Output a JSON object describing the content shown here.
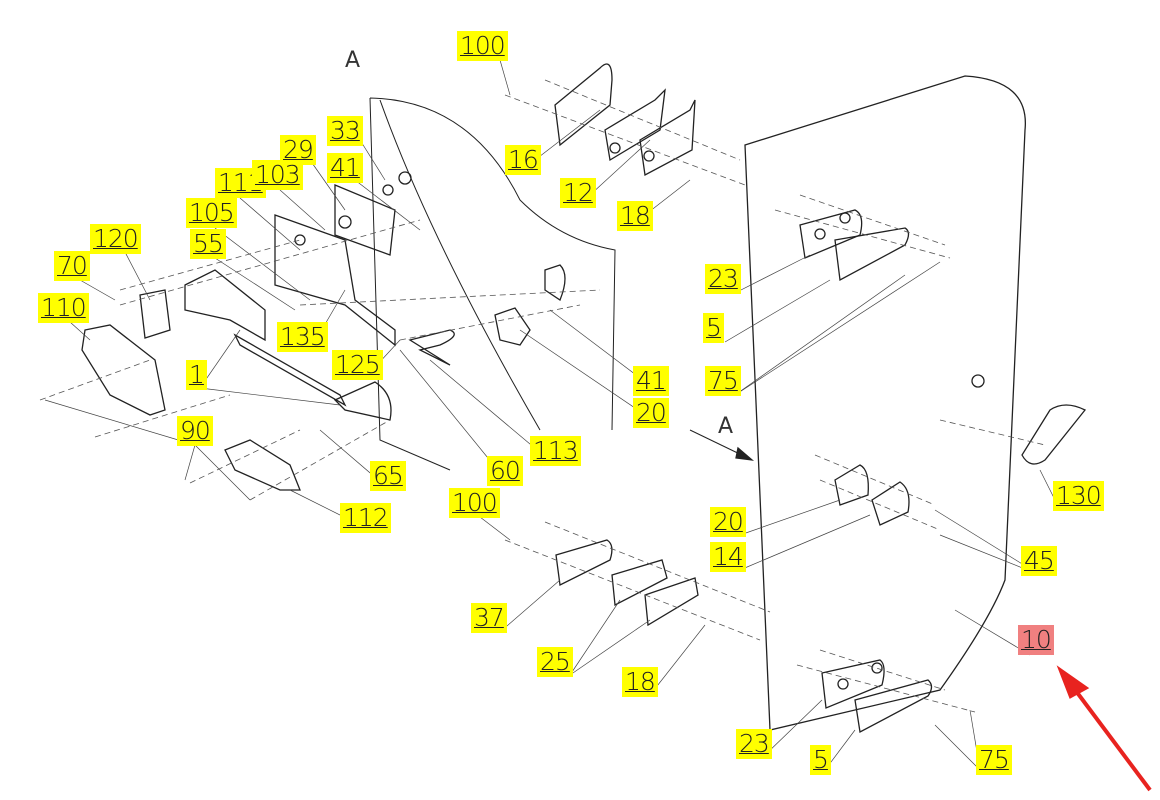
{
  "view_letters": [
    "A",
    "A"
  ],
  "callouts": [
    "100",
    "16",
    "12",
    "18",
    "33",
    "29",
    "41",
    "111",
    "103",
    "105",
    "55",
    "120",
    "70",
    "110",
    "135",
    "125",
    "1",
    "90",
    "65",
    "60",
    "113",
    "112",
    "41",
    "20",
    "23",
    "5",
    "75",
    "130",
    "20",
    "14",
    "45",
    "100",
    "37",
    "25",
    "18",
    "10",
    "23",
    "5",
    "75"
  ],
  "highlighted_callout": "10",
  "colors": {
    "callout_bg": "#ffff00",
    "highlight_bg": "#f08080",
    "arrow": "#e8231f"
  }
}
